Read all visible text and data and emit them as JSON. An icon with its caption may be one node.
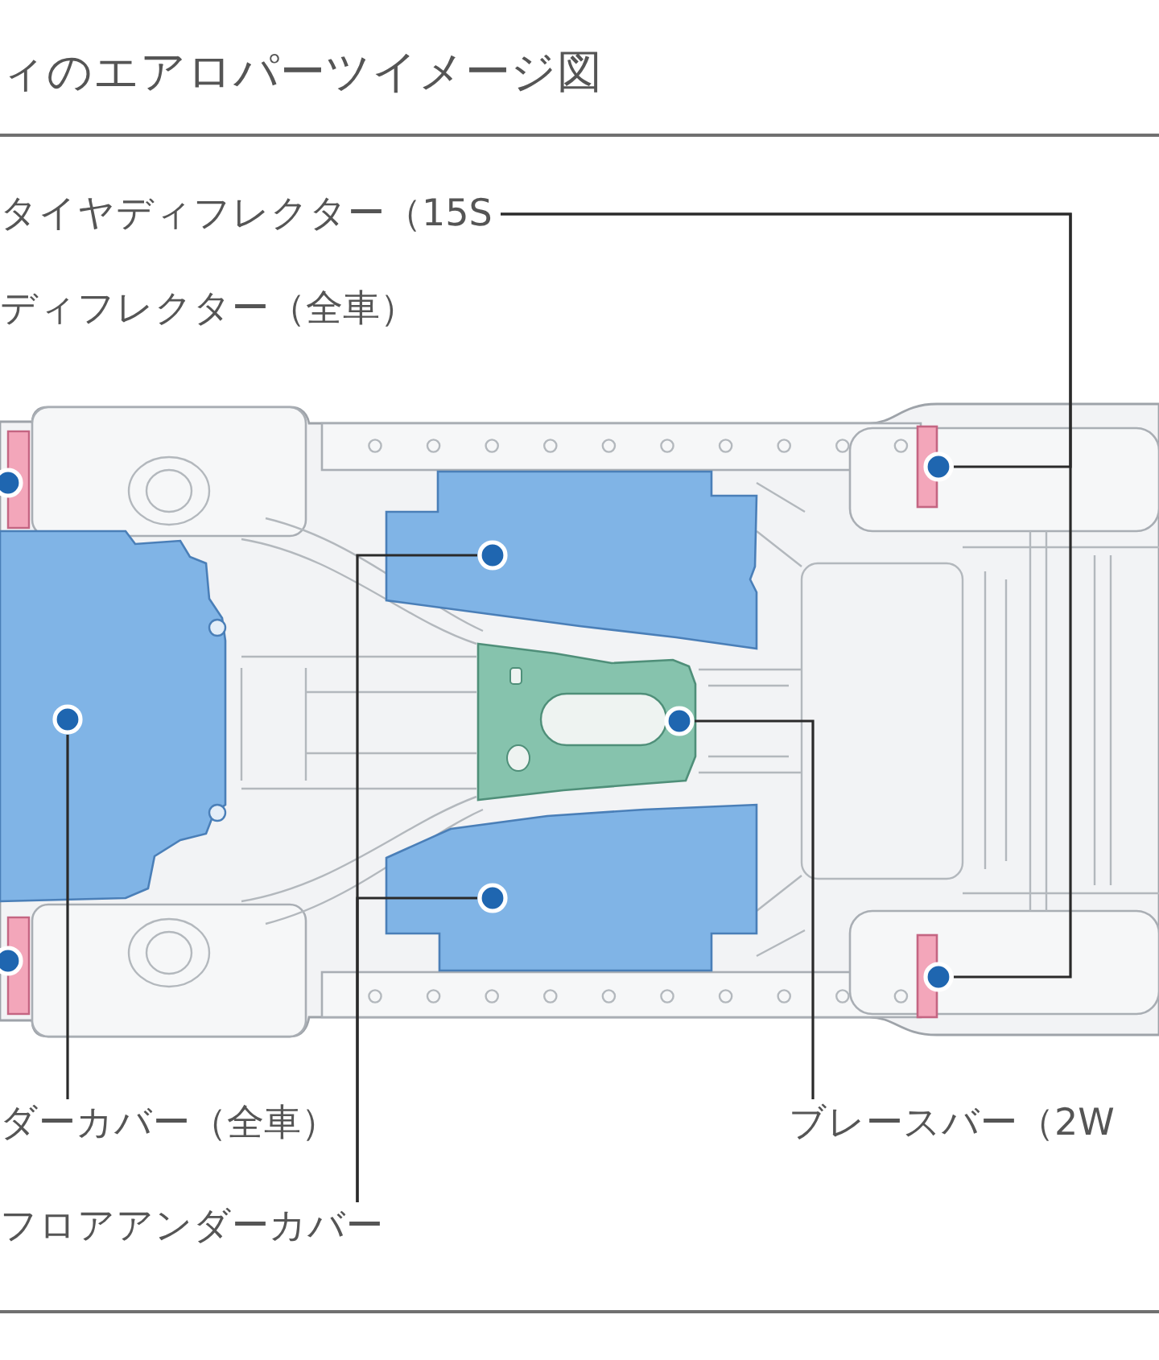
{
  "diagram": {
    "title": "ィのエアロパーツイメージ図",
    "nodes": [
      {
        "text": [
          "タイヤディフレクター（15S"
        ]
      },
      {
        "text": [],
        "shape": "bar"
      },
      {
        "text": [],
        "shape": "box"
      },
      {
        "text": [],
        "shape": "box"
      },
      {
        "text": [],
        "shape": "box"
      },
      {
        "text": [],
        "shape": "box"
      },
      {
        "text": [],
        "shape": "bar"
      },
      {
        "text": [
          "ダーカバー（全車）"
        ]
      },
      {
        "text": [
          "ブレースバー（2W"
        ]
      },
      {
        "text": [
          "フロアアンダーカバー"
        ]
      }
    ],
    "edges": [
      {
        "from": 0,
        "to": 1,
        "arrow": "none"
      },
      {
        "from": 0,
        "to": 6,
        "arrow": "none"
      },
      {
        "from": 7,
        "to": 3,
        "arrow": "none"
      },
      {
        "from": 8,
        "to": 4,
        "arrow": "none"
      },
      {
        "from": 9,
        "to": 2,
        "arrow": "none"
      },
      {
        "from": 9,
        "to": 5,
        "arrow": "none"
      }
    ],
    "labels": [
      "ディフレクター（全車）"
    ]
  }
}
